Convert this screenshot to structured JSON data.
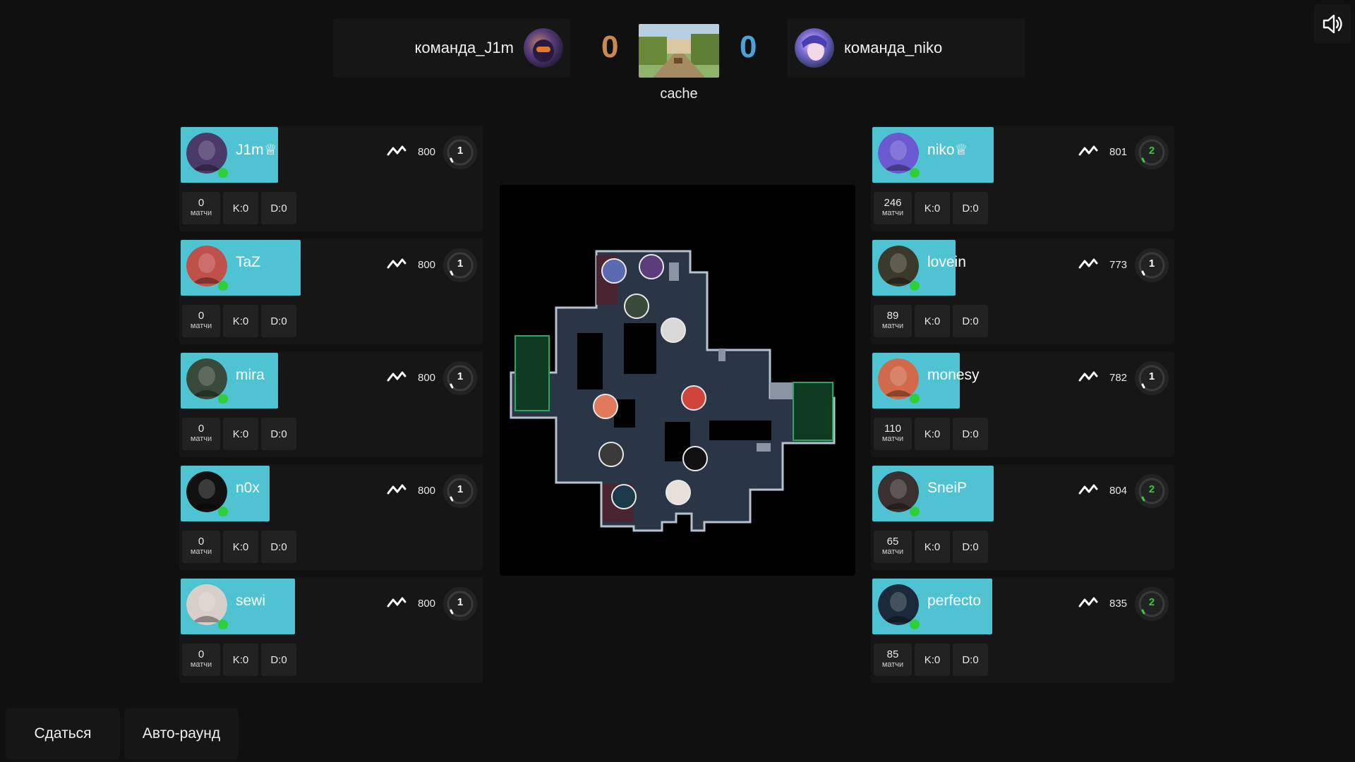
{
  "header": {
    "team_left": {
      "name": "команда_J1m",
      "score": "0",
      "score_color": "#c98a4e"
    },
    "team_right": {
      "name": "команда_niko",
      "score": "0",
      "score_color": "#4aa3d6"
    },
    "map_name": "cache"
  },
  "accent_color": "#50c3d2",
  "online_color": "#2fcf3a",
  "team_left_players": [
    {
      "name": "J1m",
      "crown": "♕",
      "elo": "800",
      "level": "1",
      "level_color": "#ffffff",
      "matches": "0",
      "matches_label": "матчи",
      "kills": "K:0",
      "deaths": "D:0"
    },
    {
      "name": "TaZ",
      "crown": "",
      "elo": "800",
      "level": "1",
      "level_color": "#ffffff",
      "matches": "0",
      "matches_label": "матчи",
      "kills": "K:0",
      "deaths": "D:0"
    },
    {
      "name": "mira",
      "crown": "",
      "elo": "800",
      "level": "1",
      "level_color": "#ffffff",
      "matches": "0",
      "matches_label": "матчи",
      "kills": "K:0",
      "deaths": "D:0"
    },
    {
      "name": "n0x",
      "crown": "",
      "elo": "800",
      "level": "1",
      "level_color": "#ffffff",
      "matches": "0",
      "matches_label": "матчи",
      "kills": "K:0",
      "deaths": "D:0"
    },
    {
      "name": "sewi",
      "crown": "",
      "elo": "800",
      "level": "1",
      "level_color": "#ffffff",
      "matches": "0",
      "matches_label": "матчи",
      "kills": "K:0",
      "deaths": "D:0"
    }
  ],
  "team_right_players": [
    {
      "name": "niko",
      "crown": "♕",
      "elo": "801",
      "level": "2",
      "level_color": "#2fcf3a",
      "matches": "246",
      "matches_label": "матчи",
      "kills": "K:0",
      "deaths": "D:0"
    },
    {
      "name": "lovein",
      "crown": "",
      "elo": "773",
      "level": "1",
      "level_color": "#ffffff",
      "matches": "89",
      "matches_label": "матчи",
      "kills": "K:0",
      "deaths": "D:0"
    },
    {
      "name": "monesy",
      "crown": "",
      "elo": "782",
      "level": "1",
      "level_color": "#ffffff",
      "matches": "110",
      "matches_label": "матчи",
      "kills": "K:0",
      "deaths": "D:0"
    },
    {
      "name": "SneiP",
      "crown": "",
      "elo": "804",
      "level": "2",
      "level_color": "#2fcf3a",
      "matches": "65",
      "matches_label": "матчи",
      "kills": "K:0",
      "deaths": "D:0"
    },
    {
      "name": "perfecto",
      "crown": "",
      "elo": "835",
      "level": "2",
      "level_color": "#2fcf3a",
      "matches": "85",
      "matches_label": "матчи",
      "kills": "K:0",
      "deaths": "D:0"
    }
  ],
  "buttons": {
    "surrender": "Сдаться",
    "auto_round": "Авто-раунд"
  },
  "icons": {
    "sound": "speaker-volume-icon",
    "elo": "elo-trend-icon",
    "leader": "crown-icon"
  }
}
